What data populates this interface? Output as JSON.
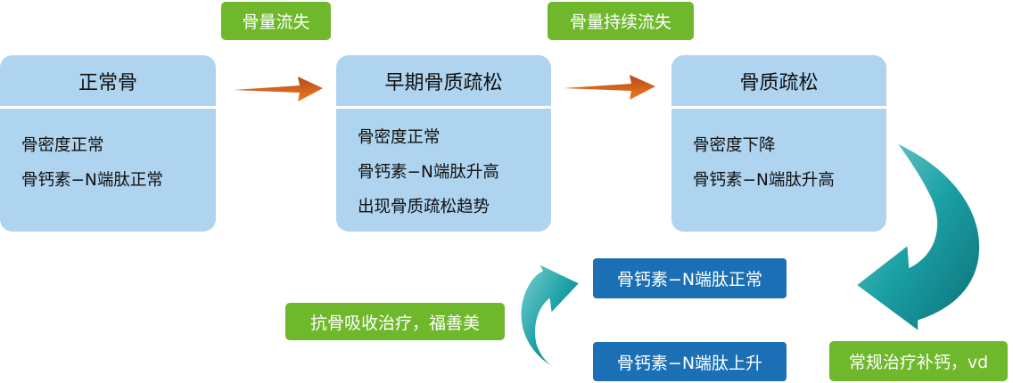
{
  "stages": [
    {
      "title": "正常骨",
      "lines": [
        "骨密度正常",
        "骨钙素−N端肽正常"
      ]
    },
    {
      "title": "早期骨质疏松",
      "lines": [
        "骨密度正常",
        "骨钙素−N端肽升高",
        "出现骨质疏松趋势"
      ]
    },
    {
      "title": "骨质疏松",
      "lines": [
        "骨密度下降",
        "骨钙素−N端肽升高"
      ]
    }
  ],
  "transitions": [
    "骨量流失",
    "骨量持续流失"
  ],
  "treatments": {
    "conventional": "常规治疗补钙，vd",
    "anti_resorptive": "抗骨吸收治疗，福善美"
  },
  "markers": {
    "rising": "骨钙素−N端肽上升",
    "normal": "骨钙素−N端肽正常"
  },
  "colors": {
    "stage_box": "#aed4ef",
    "label_green": "#6fb82c",
    "marker_blue": "#1a6fb5",
    "arrow_orange": "#e0641c",
    "arrow_teal": "#1a9aa0"
  }
}
